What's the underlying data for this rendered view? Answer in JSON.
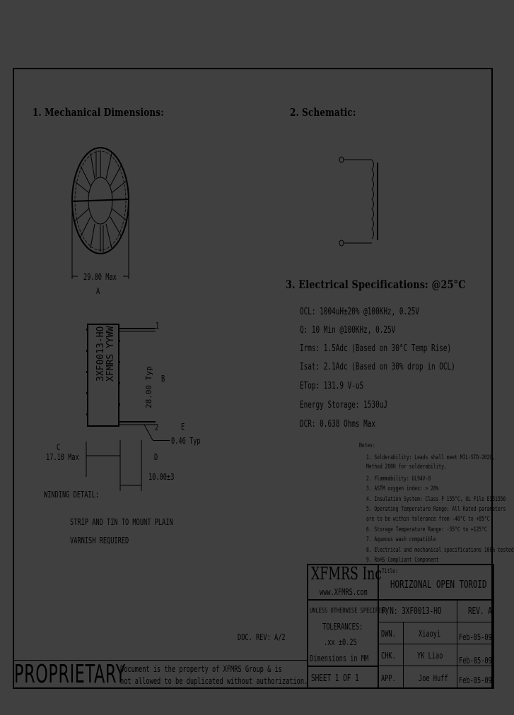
{
  "sections": {
    "mechanical": {
      "title": "1. Mechanical Dimensions:"
    },
    "schematic": {
      "title": "2. Schematic:"
    },
    "electrical": {
      "title": "3. Electrical   Specifications: @25°C",
      "specs": [
        "OCL: 1004uH±20% @100KHz, 0.25V",
        "Q: 10 Min @100KHz, 0.25V",
        "Irms: 1.5Adc (Based on 30°C Temp Rise)",
        "Isat: 2.1Adc (Based on 30% drop in OCL)",
        "ETop: 131.9 V-uS",
        "Energy Storage: 1530uJ",
        "DCR: 0.638 Ohms Max"
      ]
    }
  },
  "dimensions": {
    "a_value": "29.80 Max",
    "a_label": "A",
    "b_value": "28.00 Typ",
    "b_label": "B",
    "pin_1": "1",
    "pin_2": "2",
    "e_label": "E",
    "e_value": "0.46 Typ",
    "c_label": "C",
    "c_value": "17.10 Max",
    "d_label": "D",
    "d_value": "10.00±3",
    "marking_line1": "3XF0013-HO",
    "marking_line2": "XFMRS YYWW"
  },
  "winding": {
    "title": "WINDING DETAIL:",
    "line1": "STRIP AND TIN TO MOUNT PLAIN",
    "line2": "VARNISH REQUIRED"
  },
  "notes": {
    "title": "Notes:",
    "items": [
      "1. Solderability: Leads shall meet MIL-STD-202G,",
      "   Method 208H for solderability.",
      "2. Flammability: UL94V-0",
      "3. ASTM oxygen index: > 28%",
      "4. Insulation System: Class F 155°C, UL File E151556",
      "5. Operating Temperature Range: All Rated parameters",
      "   are to be within tolerance from -40°C to +85°C",
      "6. Storage Temperature Range: -55°C to +125°C",
      "7. Aqueous wash compatible",
      "8. Electrical and mechanical specifications 100% tested",
      "9. RoHS Compliant Component"
    ]
  },
  "doc_rev": "DOC. REV: A/2",
  "proprietary": {
    "label": "PROPRIETARY",
    "line1": "Document is the property of XFMRS Group & is",
    "line2": "not allowed to be duplicated without authorization."
  },
  "title_block": {
    "company": "XFMRS Inc",
    "website": "www.XFMRS.com",
    "title_label": "Title:",
    "title": "HORIZONAL OPEN TOROID",
    "unless": "UNLESS OTHERWISE SPECIFIED",
    "tolerances": "TOLERANCES:",
    "tol_value": ".xx ±0.25",
    "units": "Dimensions in MM",
    "sheet": "SHEET 1 OF 1",
    "pn": "P/N: 3XF0013-HO",
    "rev": "REV. A",
    "rows": [
      {
        "role": "DWN.",
        "name": "Xiaoyi",
        "date": "Feb-05-09"
      },
      {
        "role": "CHK.",
        "name": "YK Liao",
        "date": "Feb-05-09"
      },
      {
        "role": "APP.",
        "name": "Joe Huff",
        "date": "Feb-05-09"
      }
    ]
  }
}
